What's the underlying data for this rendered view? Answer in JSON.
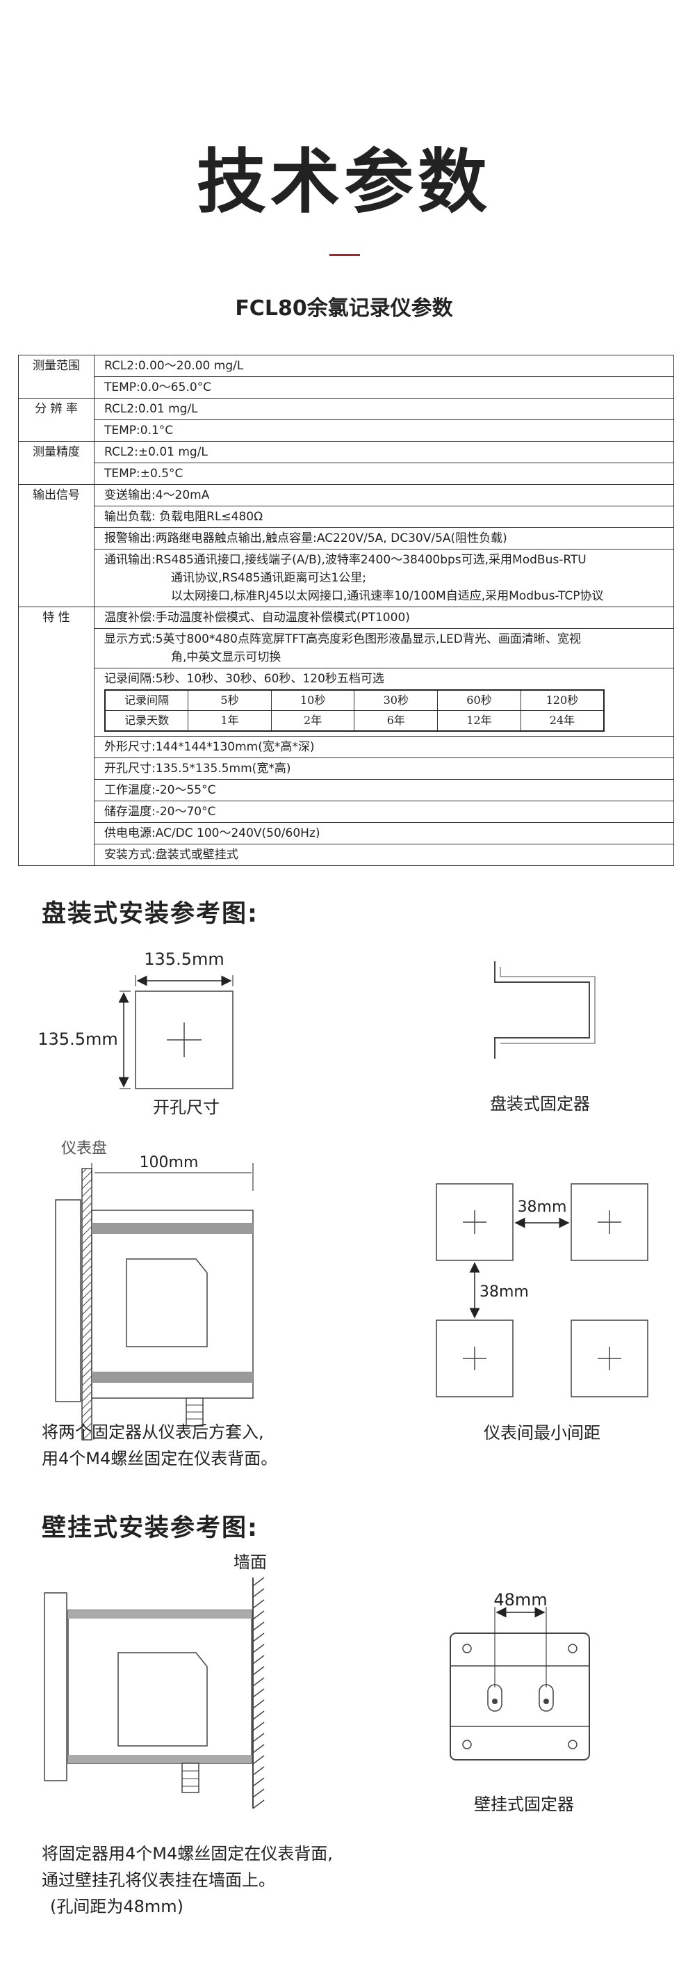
{
  "header": {
    "title": "技术参数",
    "subtitle": "FCL80余氯记录仪参数"
  },
  "specs": {
    "range_label": "测量范围",
    "range_rcl2": "RCL2:0.00～20.00 mg/L",
    "range_temp": "TEMP:0.0～65.0°C",
    "resolution_label": "分 辨 率",
    "res_rcl2": "RCL2:0.01 mg/L",
    "res_temp": "TEMP:0.1°C",
    "accuracy_label": "测量精度",
    "acc_rcl2": "RCL2:±0.01 mg/L",
    "acc_temp": "TEMP:±0.5°C",
    "output_label": "输出信号",
    "out_transmit": "变送输出:4～20mA",
    "out_load": "输出负载:  负载电阻RL≤480Ω",
    "out_alarm": "报警输出:两路继电器触点输出,触点容量:AC220V/5A, DC30V/5A(阻性负载)",
    "out_comm_1": "通讯输出:RS485通讯接口,接线端子(A/B),波特率2400～38400bps可选,采用ModBus-RTU",
    "out_comm_2": "通讯协议,RS485通讯距离可达1公里;",
    "out_comm_3": "以太网接口,标准RJ45以太网接口,通讯速率10/100M自适应,采用Modbus-TCP协议",
    "features_label": "特    性",
    "feat_tempcomp": "温度补偿:手动温度补偿模式、自动温度补偿模式(PT1000)",
    "feat_display_1": "显示方式:5英寸800*480点阵宽屏TFT高亮度彩色图形液晶显示,LED背光、画面清晰、宽视",
    "feat_display_2": "角,中英文显示可切换",
    "feat_interval": "记录间隔:5秒、10秒、30秒、60秒、120秒五档可选",
    "record_table": {
      "interval_header": "记录间隔",
      "days_header": "记录天数",
      "intervals": [
        "5秒",
        "10秒",
        "30秒",
        "60秒",
        "120秒"
      ],
      "days": [
        "1年",
        "2年",
        "6年",
        "12年",
        "24年"
      ]
    },
    "feat_dimensions": "外形尺寸:144*144*130mm(宽*高*深)",
    "feat_cutout": "开孔尺寸:135.5*135.5mm(宽*高)",
    "feat_work_temp": "工作温度:-20～55°C",
    "feat_storage_temp": "储存温度:-20～70°C",
    "feat_power": "供电电源:AC/DC 100～240V(50/60Hz)",
    "feat_mounting": "安装方式:盘装式或壁挂式"
  },
  "panel_section": {
    "title": "盘装式安装参考图:",
    "cutout_dim_top": "135.5mm",
    "cutout_dim_left": "135.5mm",
    "cutout_caption": "开孔尺寸",
    "bracket_caption": "盘装式固定器",
    "panel_label": "仪表盘",
    "depth_dim": "100mm",
    "spacing_h": "38mm",
    "spacing_v": "38mm",
    "spacing_caption": "仪表间最小间距",
    "note_1": "将两个固定器从仪表后方套入,",
    "note_2": "用4个M4螺丝固定在仪表背面。"
  },
  "wall_section": {
    "title": "壁挂式安装参考图:",
    "wall_label": "墙面",
    "hole_dim": "48mm",
    "bracket_caption": "壁挂式固定器",
    "note_1": "将固定器用4个M4螺丝固定在仪表背面,",
    "note_2": "通过壁挂孔将仪表挂在墙面上。",
    "note_3": "(孔间距为48mm)"
  }
}
